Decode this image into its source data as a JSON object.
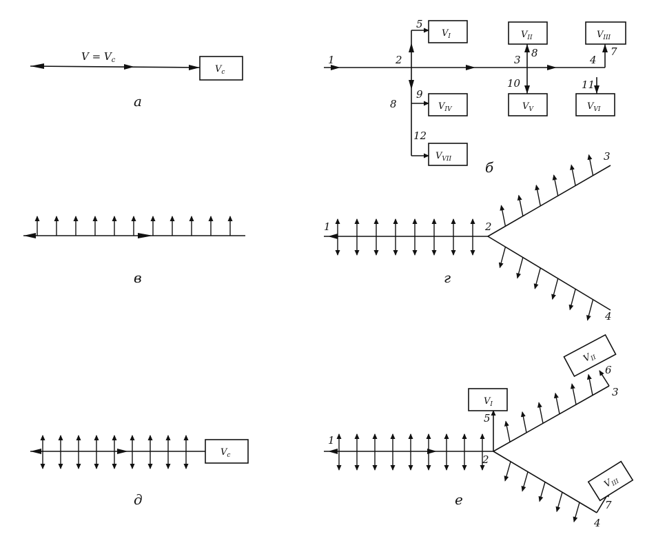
{
  "panels": {
    "a": {
      "caption": "а",
      "formula": "V = V",
      "formula_sub": "с",
      "box": "V",
      "box_sub": "с"
    },
    "b": {
      "caption": "б",
      "nodes": {
        "n1": "1",
        "n2": "2",
        "n3": "3",
        "n4": "4",
        "n5": "5",
        "n6": "8",
        "n7": "7",
        "n8": "8",
        "n9": "9",
        "n10": "10",
        "n11": "11",
        "n12": "12"
      },
      "boxes": {
        "v1": {
          "main": "V",
          "sub": "I"
        },
        "v2": {
          "main": "V",
          "sub": "II"
        },
        "v3": {
          "main": "V",
          "sub": "III"
        },
        "v4": {
          "main": "V",
          "sub": "IV"
        },
        "v5": {
          "main": "V",
          "sub": "V"
        },
        "v6": {
          "main": "V",
          "sub": "VI"
        },
        "v7": {
          "main": "V",
          "sub": "VII"
        }
      }
    },
    "v": {
      "caption": "в"
    },
    "g": {
      "caption": "г",
      "nodes": {
        "n1": "1",
        "n2": "2",
        "n3": "3",
        "n4": "4"
      }
    },
    "d": {
      "caption": "д",
      "box": "V",
      "box_sub": "с"
    },
    "e": {
      "caption": "е",
      "nodes": {
        "n1": "1",
        "n2": "2",
        "n3": "3",
        "n4": "4",
        "n5": "5",
        "n6": "6",
        "n7": "7"
      },
      "boxes": {
        "v1": {
          "main": "V",
          "sub": "I"
        },
        "v2": {
          "main": "V",
          "sub": "II"
        },
        "v3": {
          "main": "V",
          "sub": "III"
        }
      }
    }
  },
  "icons": {
    "arrow": "arrowhead-icon",
    "double_arrow": "double-arrow-icon"
  }
}
